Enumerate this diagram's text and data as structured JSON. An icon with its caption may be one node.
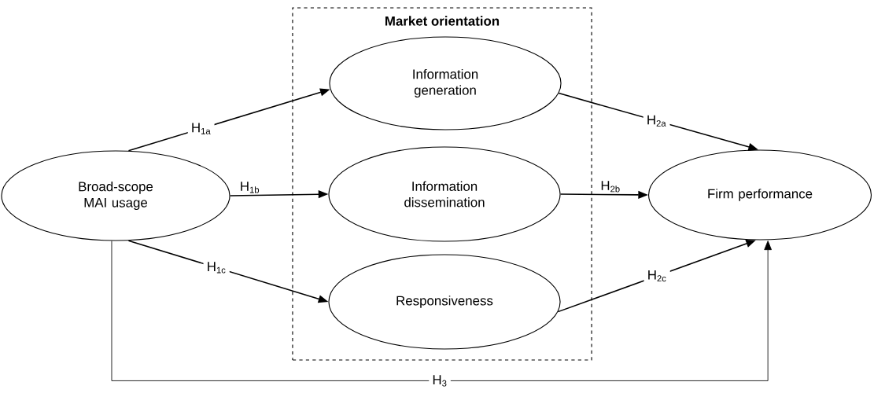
{
  "diagram": {
    "nodes": [
      {
        "text": [
          "Market orientation"
        ]
      },
      {
        "text": [
          "Broad-scope MAI usage"
        ]
      },
      {
        "text": [
          "Information generation"
        ],
        "in": 0
      },
      {
        "text": [
          "Information dissemination"
        ],
        "in": 0
      },
      {
        "text": [
          "Responsiveness"
        ],
        "in": 0
      },
      {
        "text": [
          "Firm performance"
        ]
      }
    ],
    "edges": [
      {
        "from": 1,
        "to": 2,
        "arrow": "to",
        "label": "H$_{1a}$"
      },
      {
        "from": 1,
        "to": 3,
        "arrow": "to",
        "label": "H$_{1b}$"
      },
      {
        "from": 1,
        "to": 4,
        "arrow": "to",
        "label": "H$_{1c}$"
      },
      {
        "from": 2,
        "to": 5,
        "arrow": "to",
        "label": "H$_{2a}$"
      },
      {
        "from": 3,
        "to": 5,
        "arrow": "to",
        "label": "H$_{2b}$"
      },
      {
        "from": 4,
        "to": 5,
        "arrow": "to",
        "label": "H$_{2c}$"
      },
      {
        "from": 1,
        "to": 5,
        "arrow": "to",
        "label": "H$_{3}$"
      }
    ]
  }
}
